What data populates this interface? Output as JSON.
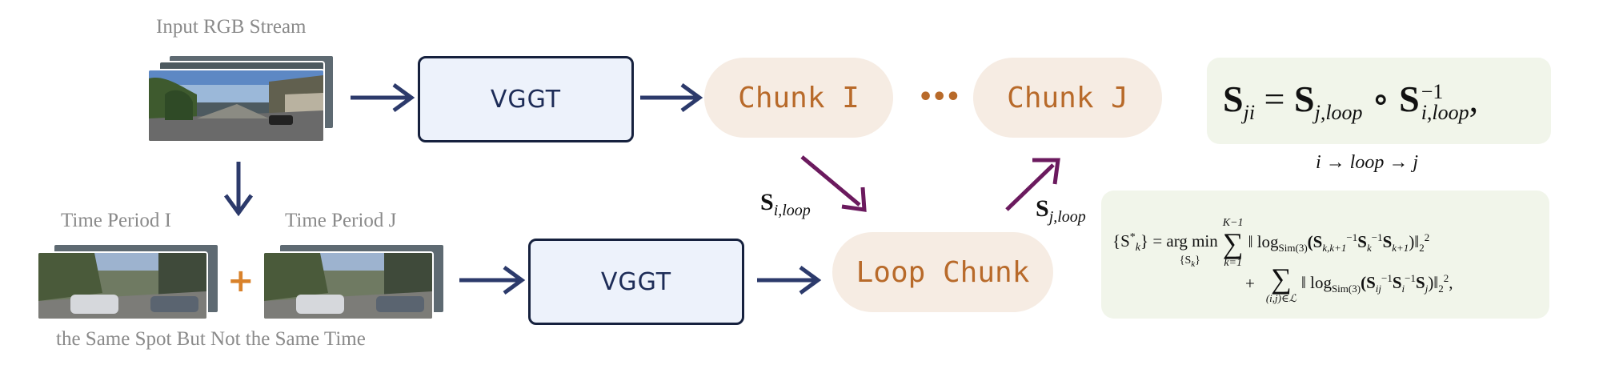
{
  "labels": {
    "input_stream": "Input RGB Stream",
    "time_period_i": "Time Period I",
    "time_period_j": "Time Period J",
    "same_spot": "the Same Spot But Not the Same Time"
  },
  "blocks": {
    "vggt_top": "VGGT",
    "vggt_bottom": "VGGT",
    "chunk_i": "Chunk I",
    "chunk_j": "Chunk J",
    "loop_chunk": "Loop Chunk",
    "ellipsis": "•••",
    "plus": "+"
  },
  "edge_labels": {
    "s_i_loop": "S",
    "s_i_loop_sub": "i,loop",
    "s_j_loop": "S",
    "s_j_loop_sub": "j,loop"
  },
  "formula_top": {
    "lhs": "S",
    "lhs_sub": "ji",
    "eq": " = ",
    "t1": "S",
    "t1_sub": "j,loop",
    "op": " ∘ ",
    "t2": "S",
    "t2_sup": "−1",
    "t2_sub": "i,loop",
    "end": ","
  },
  "path_caption": "i → loop → j",
  "formula_bottom": {
    "line1_lhs": "{S",
    "line1_lhs_sup": "*",
    "line1_lhs_sub": "k",
    "line1_lhs_end": "} = arg min",
    "argmin_sub": "{S",
    "argmin_sub_k": "k",
    "argmin_sub_end": "}",
    "sum1_top": "K−1",
    "sum1_bottom": "k=1",
    "line1_body_a": "‖ log",
    "log_sub": "Sim(3)",
    "line1_body_b": "(S",
    "b_sub1": "k,k+1",
    "b_sup1": "−1",
    "line1_body_c": "S",
    "c_sub": "k",
    "c_sup": "−1",
    "line1_body_d": "S",
    "d_sub": "k+1",
    "line1_body_e": ")‖",
    "norm_sub": "2",
    "norm_sup": "2",
    "line2_plus": "+",
    "sum2_bottom": "(i,j)∈ℒ",
    "line2_body_a": "‖ log",
    "line2_log_sub": "Sim(3)",
    "line2_body_b": "(S",
    "l2_sub1": "ij",
    "l2_sup1": "−1",
    "line2_body_c": "S",
    "l2_c_sub": "i",
    "l2_c_sup": "−1",
    "line2_body_d": "S",
    "l2_d_sub": "j",
    "line2_body_e": ")‖",
    "line2_end": ","
  },
  "colors": {
    "navy_arrow": "#2c3a6b",
    "purple_arrow": "#6b1a5e",
    "pill_bg": "#f6ece3",
    "pill_text": "#b86a2a",
    "vggt_bg": "#edf2fb",
    "formula_bg": "#f1f5ea",
    "plus": "#d9822b"
  }
}
